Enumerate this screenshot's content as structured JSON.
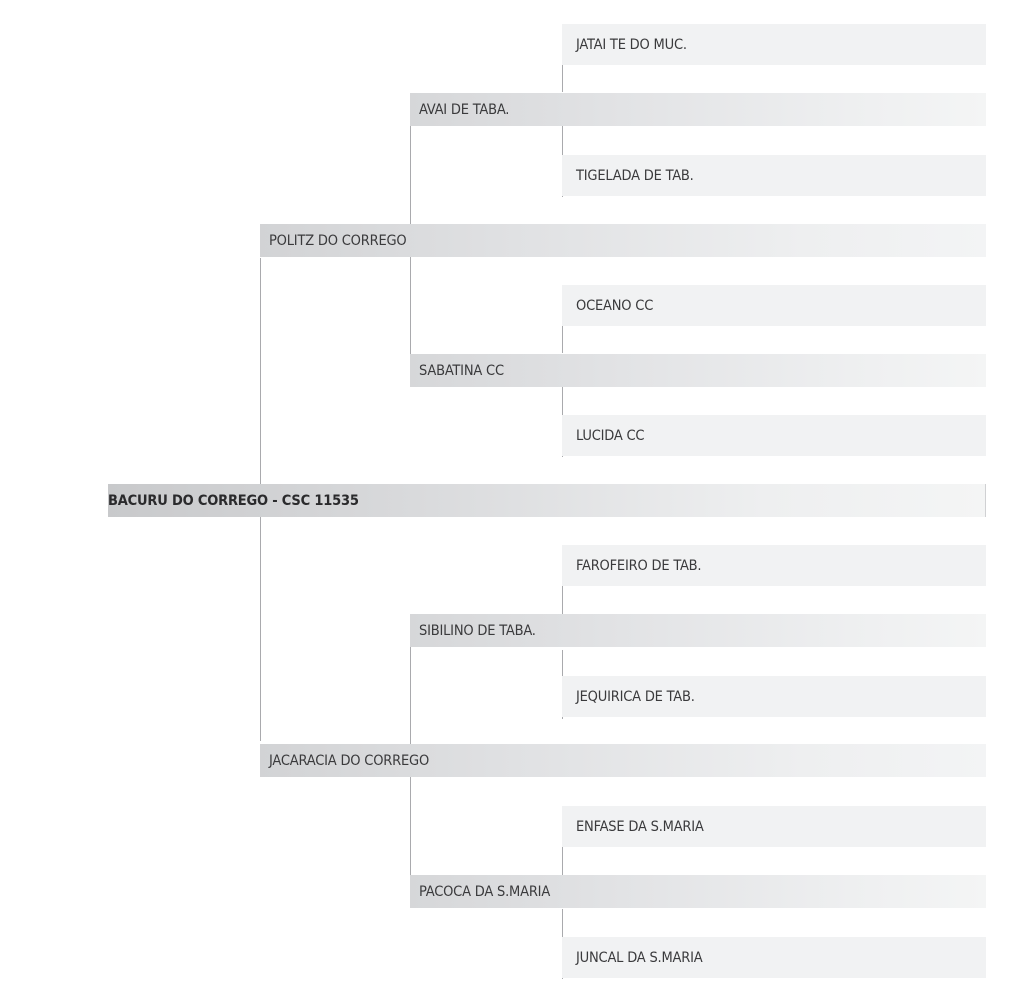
{
  "root": {
    "name": "BACURU DO CORREGO - CSC 11535",
    "sire": {
      "name": "POLITZ DO CORREGO",
      "sire": {
        "name": "AVAI DE TABA.",
        "sire": {
          "name": "JATAI TE DO MUC."
        },
        "dam": {
          "name": "TIGELADA DE TAB."
        }
      },
      "dam": {
        "name": "SABATINA CC",
        "sire": {
          "name": "OCEANO CC"
        },
        "dam": {
          "name": "LUCIDA CC"
        }
      }
    },
    "dam": {
      "name": "JACARACIA DO CORREGO",
      "sire": {
        "name": "SIBILINO DE TABA.",
        "sire": {
          "name": "FAROFEIRO DE TAB."
        },
        "dam": {
          "name": "JEQUIRICA DE TAB."
        }
      },
      "dam": {
        "name": "PACOCA DA S.MARIA",
        "sire": {
          "name": "ENFASE DA S.MARIA"
        },
        "dam": {
          "name": "JUNCAL DA S.MARIA"
        }
      }
    }
  }
}
